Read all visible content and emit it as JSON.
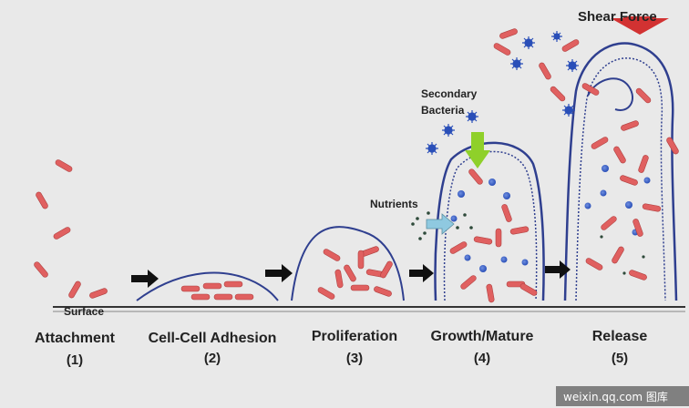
{
  "stages": [
    {
      "name": "Attachment",
      "number": "(1)"
    },
    {
      "name": "Cell-Cell Adhesion",
      "number": "(2)"
    },
    {
      "name": "Proliferation",
      "number": "(3)"
    },
    {
      "name": "Growth/Mature",
      "number": "(4)"
    },
    {
      "name": "Release",
      "number": "(5)"
    }
  ],
  "labels": {
    "surface": "Surface",
    "secondary_bacteria_line1": "Secondary",
    "secondary_bacteria_line2": "Bacteria",
    "nutrients": "Nutrients",
    "shear_force": "Shear Force"
  },
  "watermark": "weixin.qq.com 图库",
  "colors": {
    "background": "#e9e9e9",
    "bacteria": "#e06060",
    "biofilm_outline": "#2f3f8f",
    "arrow": "#111111",
    "shear_arrow": "#d23232",
    "green_arrow": "#8fd02a",
    "nutrient_arrow": "#8fc9e0"
  }
}
